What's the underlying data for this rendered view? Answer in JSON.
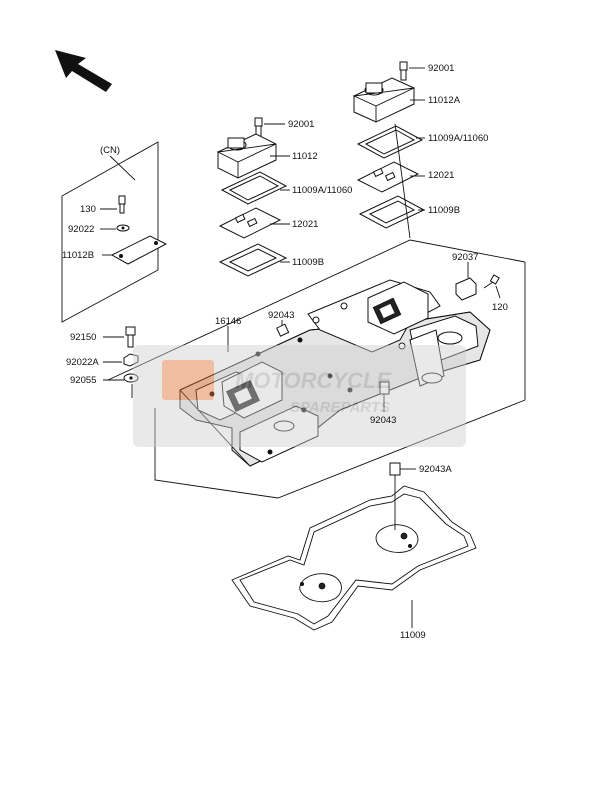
{
  "labels": {
    "cn": "(CN)",
    "l92001a": "92001",
    "l11012a": "11012A",
    "l11009a11060_top": "11009A/11060",
    "l12021_top": "12021",
    "l11009b_top": "11009B",
    "l92001b": "92001",
    "l11012": "11012",
    "l11009a11060_mid": "11009A/11060",
    "l12021_mid": "12021",
    "l11009b_mid": "11009B",
    "l130": "130",
    "l92022": "92022",
    "l11012b": "11012B",
    "l92037": "92037",
    "l120": "120",
    "l16146": "16146",
    "l92043a": "92043",
    "l92150": "92150",
    "l92022a": "92022A",
    "l92055": "92055",
    "l92043b": "92043",
    "l92043A": "92043A",
    "l11009": "11009"
  },
  "watermark": {
    "line1": "MOTORCYCLE",
    "line2": "SPAREPARTS",
    "color": "#9a9a9a",
    "accent": "#e07030"
  }
}
